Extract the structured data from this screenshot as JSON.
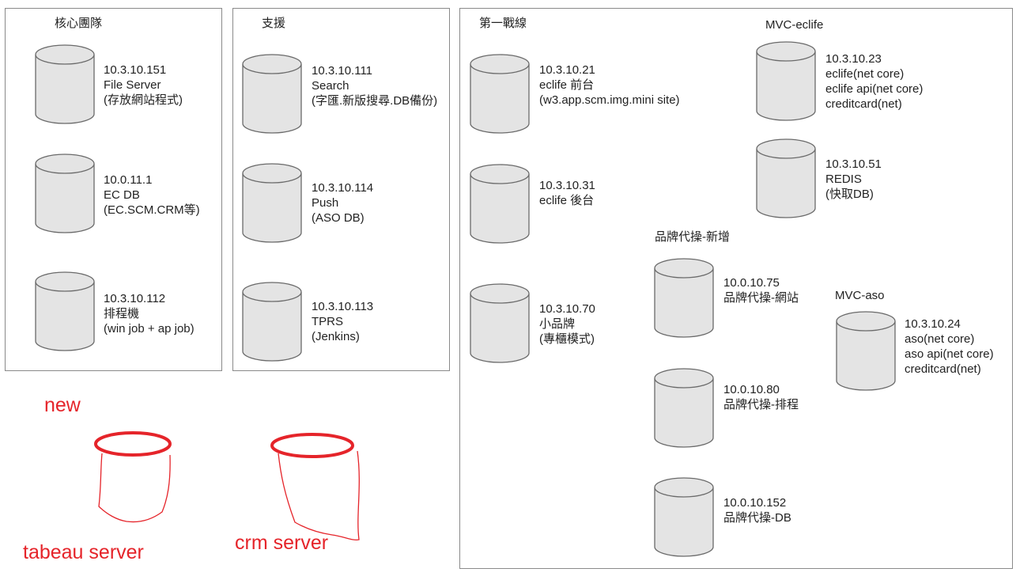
{
  "groups": {
    "core": {
      "title": "核心團隊",
      "servers": [
        {
          "lines": [
            "10.3.10.151",
            "File Server",
            "(存放網站程式)"
          ]
        },
        {
          "lines": [
            "10.0.11.1",
            "EC DB",
            "(EC.SCM.CRM等)"
          ]
        },
        {
          "lines": [
            "10.3.10.112",
            "排程機",
            "(win job + ap job)"
          ]
        }
      ]
    },
    "support": {
      "title": "支援",
      "servers": [
        {
          "lines": [
            "10.3.10.111",
            "Search",
            "(字匯.新版搜尋.DB備份)"
          ]
        },
        {
          "lines": [
            "10.3.10.114",
            "Push",
            "(ASO DB)"
          ]
        },
        {
          "lines": [
            "10.3.10.113",
            "TPRS",
            "(Jenkins)"
          ]
        }
      ]
    },
    "frontline": {
      "title": "第一戰線",
      "servers": [
        {
          "lines": [
            "10.3.10.21",
            "eclife 前台",
            "(w3.app.scm.img.mini site)"
          ]
        },
        {
          "lines": [
            "10.3.10.31",
            "eclife 後台"
          ]
        },
        {
          "lines": [
            "10.3.10.70",
            "小品牌",
            "(專櫃模式)"
          ]
        }
      ]
    },
    "mvc_eclife": {
      "title": "MVC-eclife",
      "servers": [
        {
          "lines": [
            "10.3.10.23",
            "eclife(net core)",
            "eclife api(net core)",
            "creditcard(net)"
          ]
        },
        {
          "lines": [
            "10.3.10.51",
            "REDIS",
            "(快取DB)"
          ]
        }
      ]
    },
    "brand_new": {
      "title": "品牌代操-新增",
      "servers": [
        {
          "lines": [
            "10.0.10.75",
            "品牌代操-網站"
          ]
        },
        {
          "lines": [
            "10.0.10.80",
            "品牌代操-排程"
          ]
        },
        {
          "lines": [
            "10.0.10.152",
            "品牌代操-DB"
          ]
        }
      ]
    },
    "mvc_aso": {
      "title": "MVC-aso",
      "servers": [
        {
          "lines": [
            "10.3.10.24",
            "aso(net core)",
            "aso api(net core)",
            "creditcard(net)"
          ]
        }
      ]
    }
  },
  "annotations": {
    "new_label": "new",
    "tabeau_label": "tabeau server",
    "crm_label": "crm server"
  },
  "colors": {
    "cylinder_fill": "#e4e4e4",
    "cylinder_stroke": "#6a6a6a",
    "annotation_red": "#e5242a",
    "panel_border": "#8a8a8a"
  }
}
